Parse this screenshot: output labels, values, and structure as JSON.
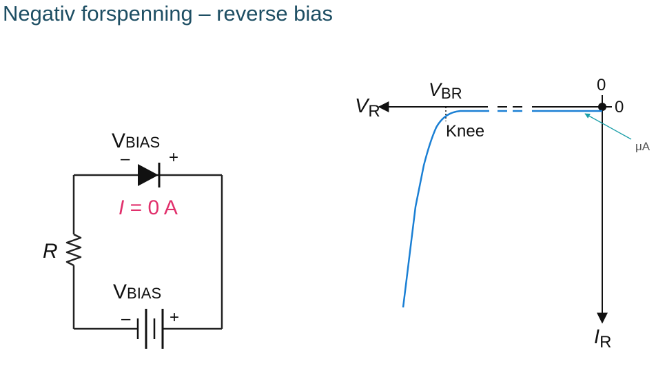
{
  "title": "Negativ forspenning – reverse bias",
  "circuit": {
    "diode_label_main": "V",
    "diode_label_sub": "BIAS",
    "diode_minus": "–",
    "diode_plus": "+",
    "current_italic": "I",
    "current_rest": " = 0 A",
    "current_color": "#e1306c",
    "resistor_label": "R",
    "battery_label_main": "V",
    "battery_label_sub": "BIAS",
    "battery_minus": "–",
    "battery_plus": "+"
  },
  "graph": {
    "x_axis_main": "V",
    "x_axis_sub": "R",
    "y_axis_main": "I",
    "y_axis_sub": "R",
    "vbr_main": "V",
    "vbr_sub": "BR",
    "knee_label": "Knee",
    "zero_top": "0",
    "zero_right": "0",
    "micro_label": "μA",
    "curve_color": "#1a7fd4",
    "annotation_color": "#1a9ea8"
  }
}
